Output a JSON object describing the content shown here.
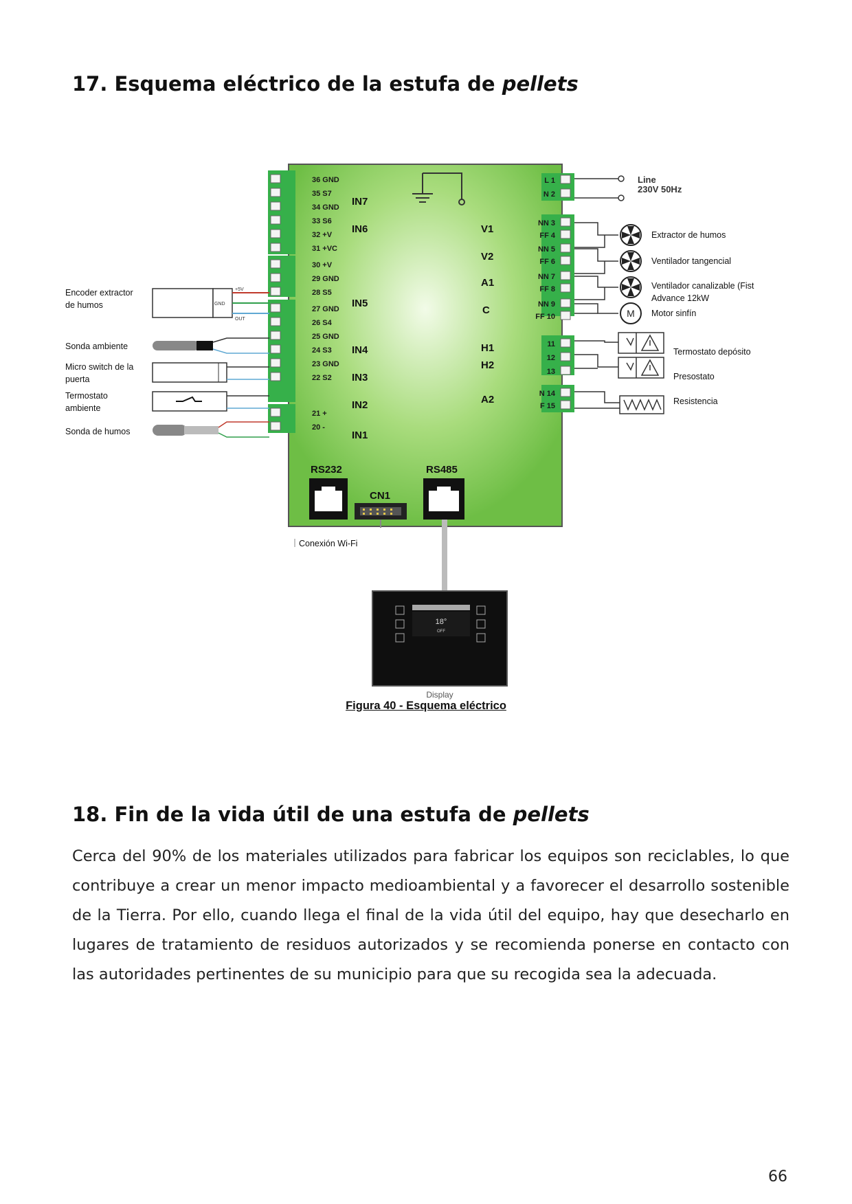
{
  "section17": {
    "number": "17.",
    "title": "Esquema eléctrico de la estufa de",
    "title_italic": "pellets"
  },
  "diagram": {
    "left_labels": {
      "encoder": [
        "Encoder extractor",
        "de humos"
      ],
      "sonda_ambiente": "Sonda ambiente",
      "micro_switch": [
        "Micro switch de la",
        "puerta"
      ],
      "termostato_ambiente": [
        "Termostato",
        "ambiente"
      ],
      "sonda_humos": "Sonda de humos"
    },
    "encoder_wires": {
      "v5": "+5V",
      "gnd": "GND",
      "out": "OUT"
    },
    "left_pins": [
      {
        "num": "36",
        "name": "GND"
      },
      {
        "num": "35",
        "name": "S7"
      },
      {
        "num": "34",
        "name": "GND"
      },
      {
        "num": "33",
        "name": "S6"
      },
      {
        "num": "32",
        "name": "+V"
      },
      {
        "num": "31",
        "name": "+VC"
      },
      {
        "num": "30",
        "name": "+V"
      },
      {
        "num": "29",
        "name": "GND"
      },
      {
        "num": "28",
        "name": "S5"
      },
      {
        "num": "27",
        "name": "GND"
      },
      {
        "num": "26",
        "name": "S4"
      },
      {
        "num": "25",
        "name": "GND"
      },
      {
        "num": "24",
        "name": "S3"
      },
      {
        "num": "23",
        "name": "GND"
      },
      {
        "num": "22",
        "name": "S2"
      },
      {
        "num": "21",
        "name": "+"
      },
      {
        "num": "20",
        "name": "-"
      }
    ],
    "inputs": [
      "IN7",
      "IN6",
      "IN5",
      "IN4",
      "IN3",
      "IN2",
      "IN1"
    ],
    "outputs": [
      "V1",
      "V2",
      "A1",
      "C",
      "H1",
      "H2",
      "A2"
    ],
    "right_pins": [
      {
        "name": "L",
        "num": "1"
      },
      {
        "name": "N",
        "num": "2"
      },
      {
        "name": "NN",
        "num": "3"
      },
      {
        "name": "FF",
        "num": "4"
      },
      {
        "name": "NN",
        "num": "5"
      },
      {
        "name": "FF",
        "num": "6"
      },
      {
        "name": "NN",
        "num": "7"
      },
      {
        "name": "FF",
        "num": "8"
      },
      {
        "name": "NN",
        "num": "9"
      },
      {
        "name": "FF",
        "num": "10"
      },
      {
        "name": "",
        "num": "11"
      },
      {
        "name": "",
        "num": "12"
      },
      {
        "name": "",
        "num": "13"
      },
      {
        "name": "N",
        "num": "14"
      },
      {
        "name": "F",
        "num": "15"
      }
    ],
    "line": [
      "Line",
      "230V 50Hz"
    ],
    "right_labels": {
      "extractor": "Extractor de humos",
      "tangencial": "Ventilador tangencial",
      "canalizable": [
        "Ventilador canalizable (Fist",
        "Advance 12kW"
      ],
      "motor": "Motor sinfín",
      "motor_symbol": "M",
      "termostato_deposito": "Termostato depósito",
      "presostato": "Presostato",
      "resistencia": "Resistencia"
    },
    "connectors": {
      "rs232": "RS232",
      "rs485": "RS485",
      "cn1": "CN1"
    },
    "wifi": "Conexión Wi-Fi",
    "display": {
      "caption": "Display",
      "temp": "18°",
      "status": "OFF"
    }
  },
  "figure_caption": "Figura 40 - Esquema eléctrico",
  "section18": {
    "number": "18.",
    "title": "Fin de la vida útil de una estufa de",
    "title_italic": "pellets",
    "body": "Cerca del 90% de los materiales utilizados para fabricar los equipos son reciclables, lo que contribuye a crear un menor impacto medioambiental y a favorecer el desarrollo sostenible de la Tierra. Por ello, cuando llega el final de la vida útil del equipo, hay que desecharlo en lugares de tratamiento de residuos autorizados y se recomienda ponerse en contacto con las autoridades pertinentes de su municipio para que su recogida sea la adecuada."
  },
  "page_number": "66",
  "colors": {
    "board_green": "#7fcb4d",
    "terminal_green": "#36b04a",
    "wire_red": "#c0392b",
    "wire_green": "#2e9e4a",
    "wire_blue": "#5fa8d3"
  }
}
